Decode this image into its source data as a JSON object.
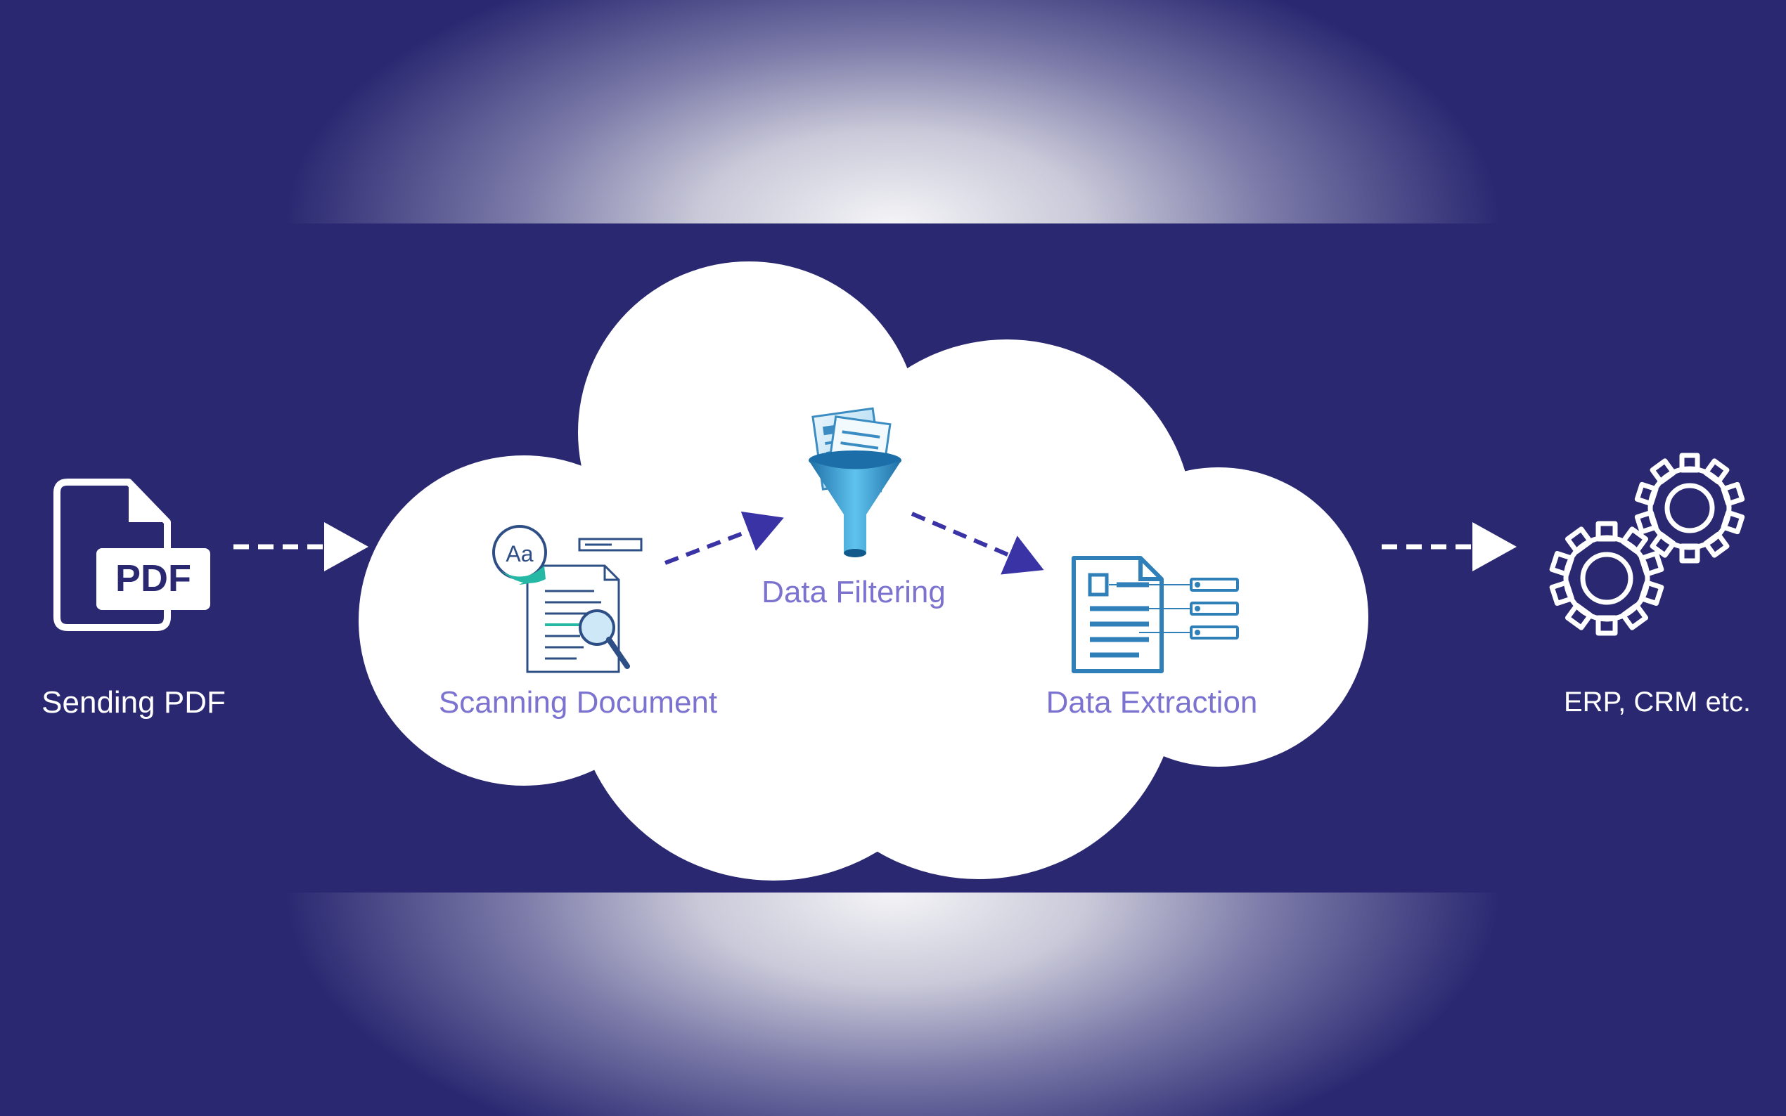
{
  "colors": {
    "background": "#2a2871",
    "cloud": "#ffffff",
    "stage_label": "#7b73cf",
    "arrow_inside": "#3a33a6",
    "arrow_outside": "#ffffff",
    "icon_blue": "#2f7fb8"
  },
  "steps": {
    "sending": {
      "label": "Sending PDF",
      "icon": "pdf-file-icon",
      "badge": "PDF"
    },
    "scanning": {
      "label": "Scanning Document",
      "icon": "scan-document-icon",
      "badge": "Aa"
    },
    "filtering": {
      "label": "Data Filtering",
      "icon": "funnel-document-icon"
    },
    "extraction": {
      "label": "Data Extraction",
      "icon": "extraction-document-icon"
    },
    "destination": {
      "label": "ERP, CRM etc.",
      "icon": "gears-icon"
    }
  }
}
